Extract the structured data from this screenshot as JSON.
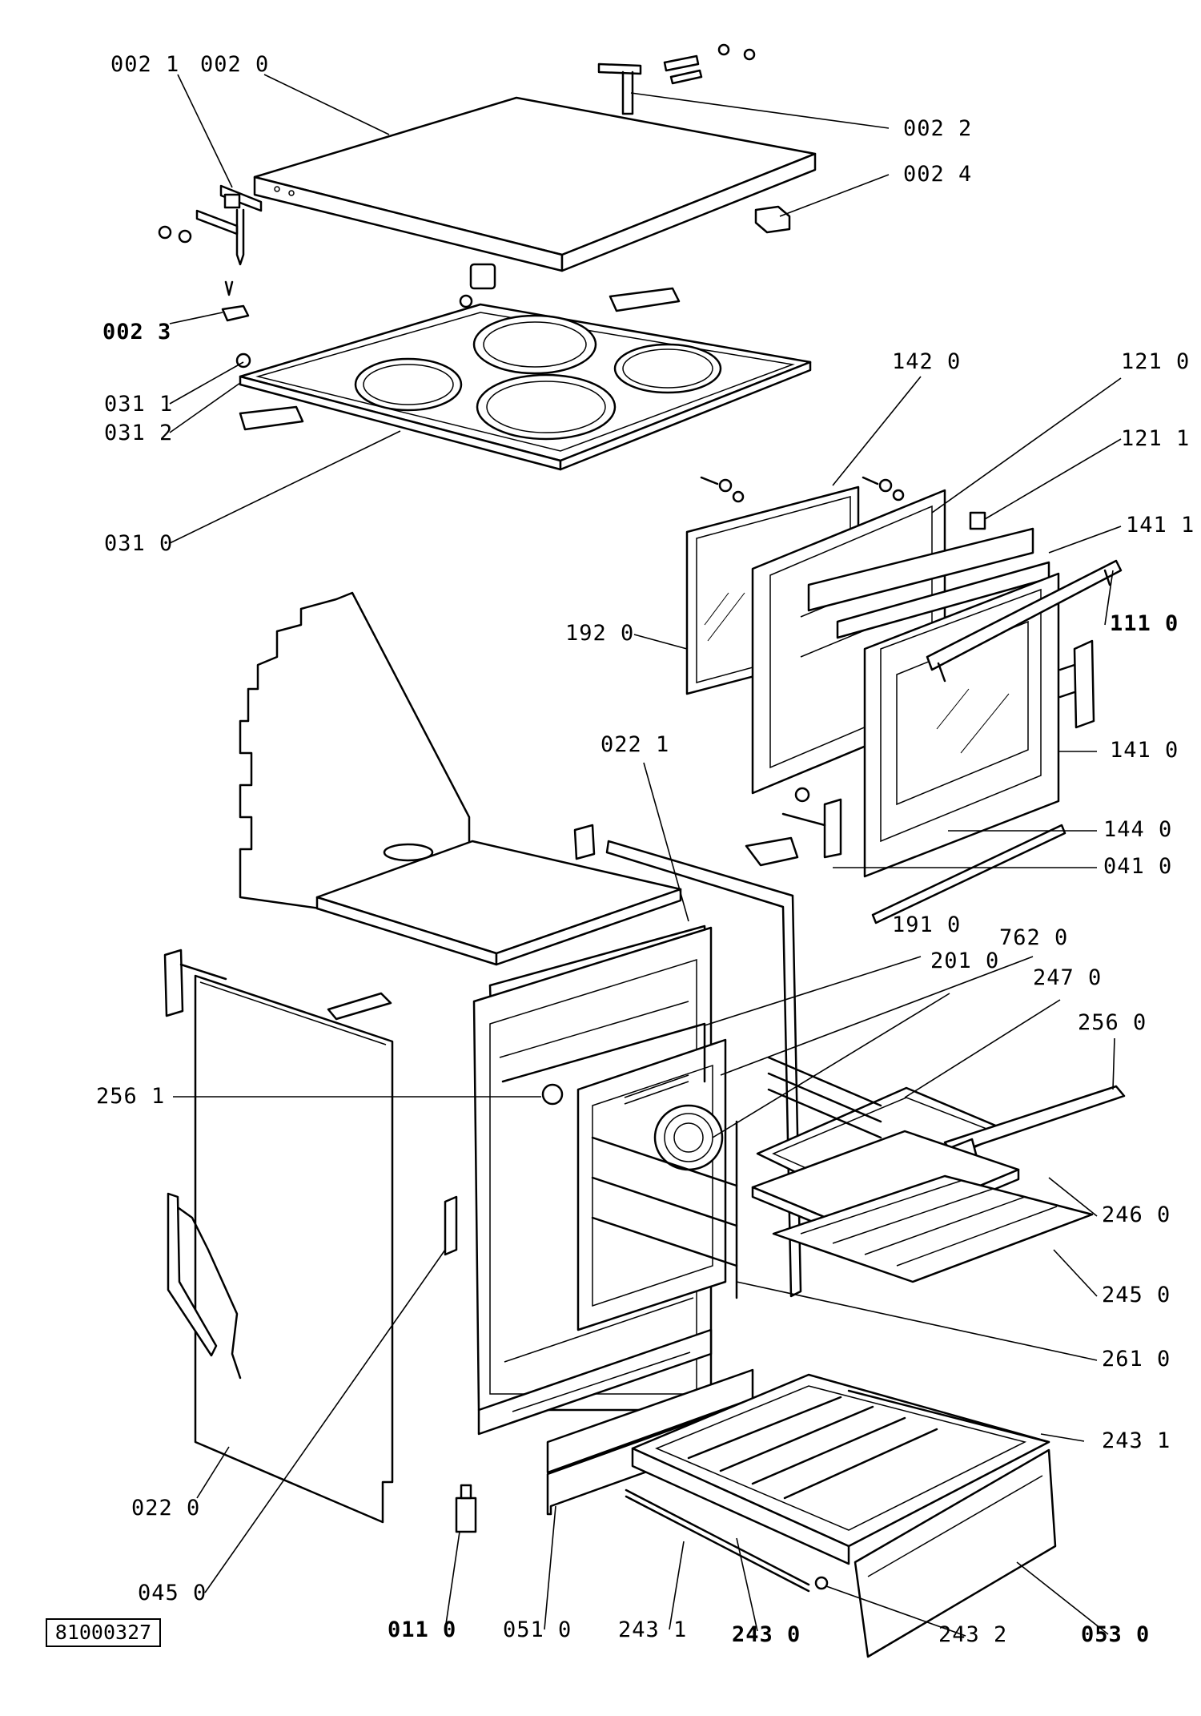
{
  "document_id": "81000327",
  "labels": {
    "l_0021": "002 1",
    "l_0020": "002 0",
    "l_0022": "002 2",
    "l_0024": "002 4",
    "l_0023": "002 3",
    "l_0311": "031 1",
    "l_0312": "031 2",
    "l_0310": "031 0",
    "l_1420": "142 0",
    "l_1210": "121 0",
    "l_1211": "121 1",
    "l_1411": "141 1",
    "l_1920": "192 0",
    "l_1110": "111 0",
    "l_1410": "141 0",
    "l_0221": "022 1",
    "l_1440": "144 0",
    "l_0410": "041 0",
    "l_1910": "191 0",
    "l_7620": "762 0",
    "l_2010": "201 0",
    "l_2470": "247 0",
    "l_2560": "256 0",
    "l_2561": "256 1",
    "l_2460": "246 0",
    "l_2450": "245 0",
    "l_2610": "261 0",
    "l_2431a": "243 1",
    "l_0220": "022 0",
    "l_0450": "045 0",
    "l_0110": "011 0",
    "l_0510": "051 0",
    "l_2431b": "243 1",
    "l_2430": "243 0",
    "l_2432": "243 2",
    "l_0530": "053 0"
  }
}
